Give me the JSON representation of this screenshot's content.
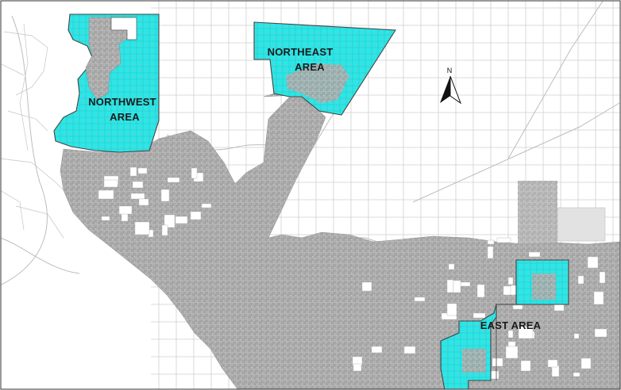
{
  "map": {
    "labels": {
      "northwest_line1": "NORTHWEST",
      "northwest_line2": "AREA",
      "northeast_line1": "NORTHEAST",
      "northeast_line2": "AREA",
      "east": "EAST AREA",
      "north_arrow": "N"
    },
    "colors": {
      "background": "#ffffff",
      "urban": "#a8a8a8",
      "highlight": "#2ee6e6",
      "grid": "#cfcfcf",
      "boundary": "#444444",
      "arrow": "#111111"
    }
  }
}
